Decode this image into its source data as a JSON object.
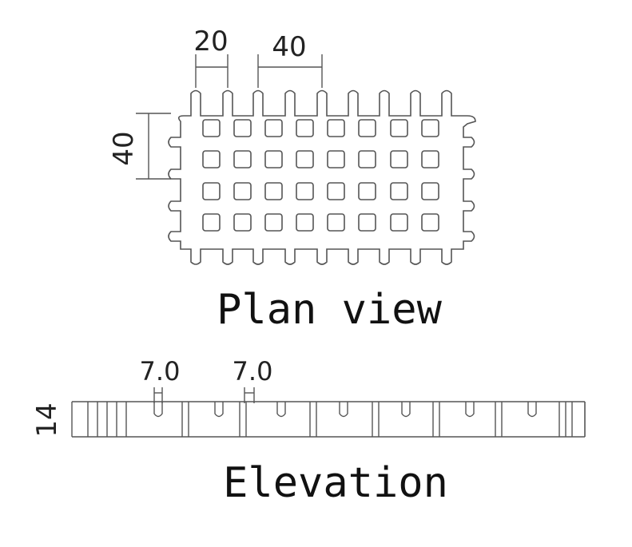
{
  "plan": {
    "dim_top_small": "20",
    "dim_top_large": "40",
    "dim_left": "40",
    "caption": "Plan view"
  },
  "elevation": {
    "dim_slot_1": "7.0",
    "dim_slot_2": "7.0",
    "dim_height": "14",
    "caption": "Elevation"
  }
}
